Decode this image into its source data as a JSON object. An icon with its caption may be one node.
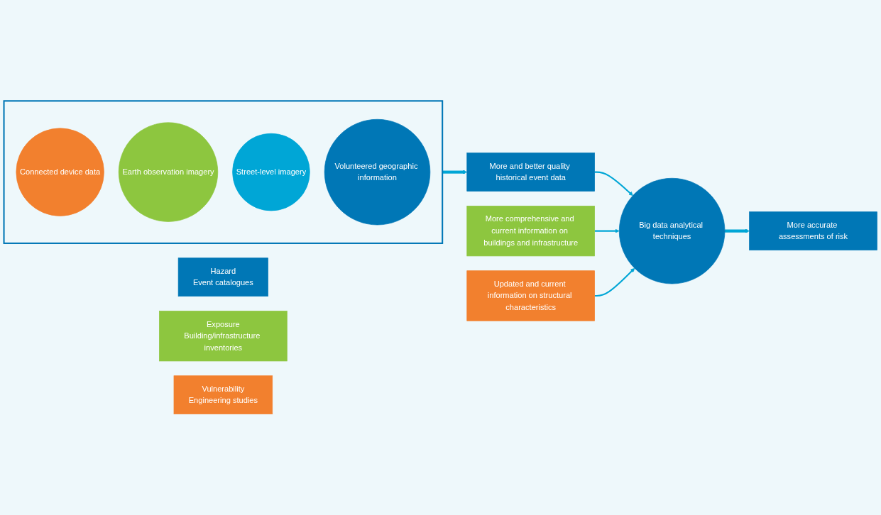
{
  "diagram": {
    "nodes": [
      {
        "text": [],
        "shape": "funnel"
      },
      {
        "text": [
          "Connected device data"
        ],
        "in": 0
      },
      {
        "text": [
          "Earth observation imagery"
        ],
        "in": 0
      },
      {
        "text": [
          "Street-level imagery"
        ],
        "in": 0
      },
      {
        "text": [
          "Volunteered geographic information"
        ],
        "in": 0
      },
      {
        "text": [
          "Hazard",
          "Event catalogues"
        ]
      },
      {
        "text": [
          "More and better quality historical event data"
        ]
      },
      {
        "text": [
          "Exposure",
          "Building/infrastructure inventories"
        ]
      },
      {
        "text": [
          "More comprehensive and current information on buildings and infrastructure"
        ]
      },
      {
        "text": [
          "Vulnerability",
          "Engineering studies"
        ]
      },
      {
        "text": [
          "Updated and current information on structural characteristics"
        ]
      },
      {
        "text": [
          "Big data analytical techniques"
        ]
      },
      {
        "text": [
          "More accurate assessments of risk"
        ]
      }
    ],
    "edges": [
      {
        "from": 0,
        "to": 6,
        "arrow": "to",
        "style": "thick"
      },
      {
        "from": 6,
        "to": 11,
        "arrow": "to"
      },
      {
        "from": 8,
        "to": 11,
        "arrow": "to"
      },
      {
        "from": 10,
        "to": 11,
        "arrow": "to"
      },
      {
        "from": 11,
        "to": 12,
        "arrow": "to",
        "style": "thick"
      }
    ]
  }
}
